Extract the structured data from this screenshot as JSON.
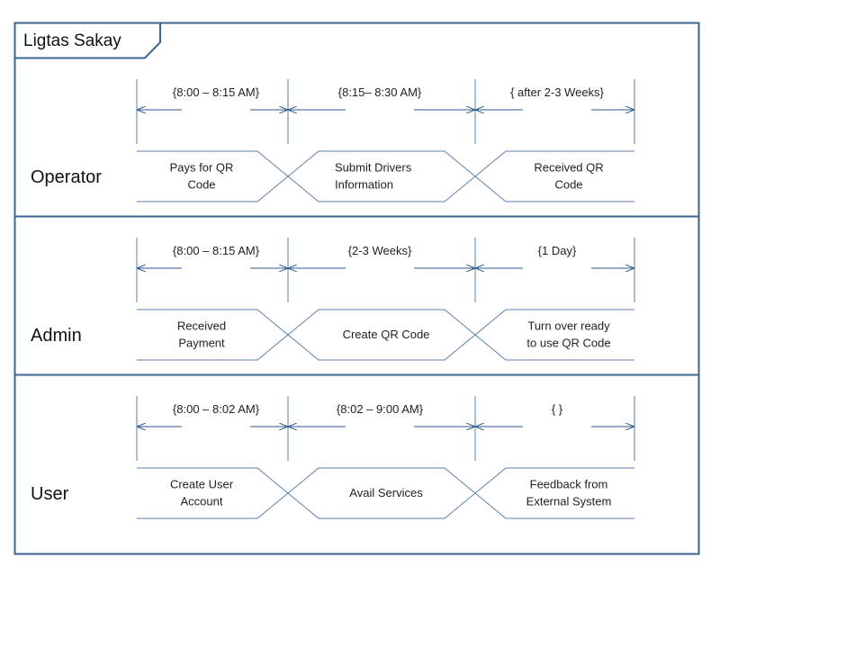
{
  "frame": {
    "title": "Ligtas Sakay",
    "border_color": "#3b6591",
    "line_color": "#5b7faa",
    "arrow_color": "#2c5a88"
  },
  "lanes": [
    {
      "name": "Operator",
      "intervals": [
        "{8:00 – 8:15 AM}",
        "{8:15– 8:30 AM}",
        "{ after 2-3 Weeks}"
      ],
      "states": [
        [
          "Pays for QR",
          "Code"
        ],
        [
          "Submit Drivers",
          "Information"
        ],
        [
          "Received QR",
          "Code"
        ]
      ]
    },
    {
      "name": "Admin",
      "intervals": [
        "{8:00 – 8:15 AM}",
        "{2-3 Weeks}",
        "{1 Day}"
      ],
      "states": [
        [
          "Received",
          "Payment"
        ],
        [
          "Create QR Code"
        ],
        [
          "Turn over ready",
          "to use QR Code"
        ]
      ]
    },
    {
      "name": "User",
      "intervals": [
        "{8:00 – 8:02 AM}",
        "{8:02 – 9:00 AM}",
        "{ }"
      ],
      "states": [
        [
          "Create User",
          "Account"
        ],
        [
          "Avail Services"
        ],
        [
          "Feedback from",
          "External System"
        ]
      ]
    }
  ]
}
